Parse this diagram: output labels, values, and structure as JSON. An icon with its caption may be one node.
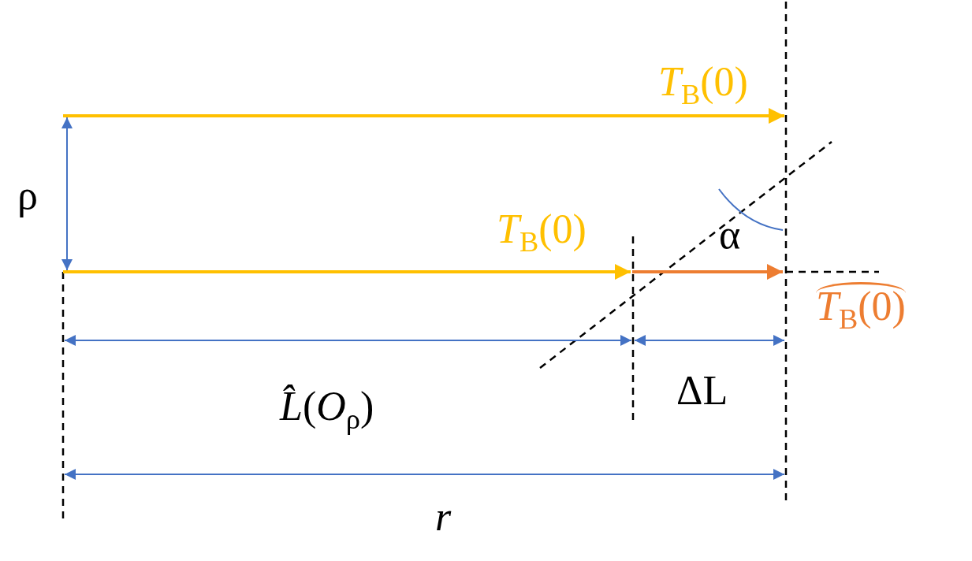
{
  "diagram": {
    "labels": [
      "*T*$_{B}$(0)",
      "ρ",
      "*T*$_{B}$(0)",
      "α",
      "*T*$_{B}$(0)",
      "*L̂*(*O*$_{ρ}$)",
      "ΔL",
      "*r*"
    ]
  }
}
